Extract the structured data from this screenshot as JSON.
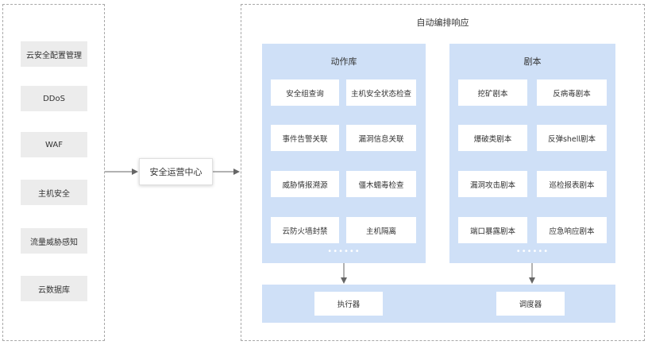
{
  "sources": [
    "云安全配置管理",
    "DDoS",
    "WAF",
    "主机安全",
    "流量威胁感知",
    "云数据库"
  ],
  "center": "安全运营中心",
  "orchestration": {
    "title": "自动编排响应",
    "action_library": {
      "title": "动作库",
      "items": [
        "安全组查询",
        "主机安全状态检查",
        "事件告警关联",
        "漏洞信息关联",
        "威胁情报溯源",
        "僵木蠕毒检查",
        "云防火墙封禁",
        "主机隔离"
      ],
      "more": "••••••"
    },
    "playbooks": {
      "title": "剧本",
      "items": [
        "挖矿剧本",
        "反病毒剧本",
        "爆破类剧本",
        "反弹shell剧本",
        "漏洞攻击剧本",
        "巡检报表剧本",
        "端口暴露剧本",
        "应急响应剧本"
      ],
      "more": "••••••"
    },
    "executor": "执行器",
    "scheduler": "调度器"
  },
  "colors": {
    "panel_blue": "#cfe0f7",
    "source_grey": "#ececec",
    "arrow": "#666666",
    "frame_border": "#a8a8a8"
  }
}
